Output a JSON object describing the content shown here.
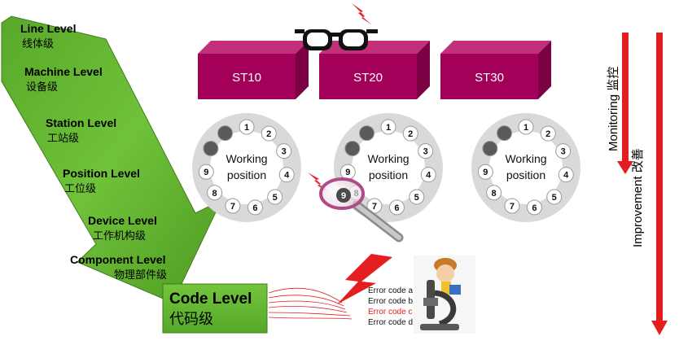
{
  "levels": [
    {
      "en": "Line Level",
      "cn": "线体级"
    },
    {
      "en": "Machine Level",
      "cn": "设备级"
    },
    {
      "en": "Station Level",
      "cn": "工站级"
    },
    {
      "en": "Position Level",
      "cn": "工位级"
    },
    {
      "en": "Device Level",
      "cn": "工作机构级"
    },
    {
      "en": "Component Level",
      "cn": "物理部件级"
    }
  ],
  "code_level": {
    "en": "Code Level",
    "cn": "代码级"
  },
  "stations": [
    "ST10",
    "ST20",
    "ST30"
  ],
  "working_position": {
    "line1": "Working",
    "line2": "position"
  },
  "positions": [
    "1",
    "2",
    "3",
    "4",
    "5",
    "6",
    "7",
    "8",
    "9",
    "."
  ],
  "error_codes": [
    {
      "text": "Error code a",
      "color": "#111111"
    },
    {
      "text": "Error code b",
      "color": "#111111"
    },
    {
      "text": "Error code c",
      "color": "#e41e1e"
    },
    {
      "text": "Error code d",
      "color": "#111111"
    }
  ],
  "side": {
    "monitoring": "Monitoring 监控",
    "improvement": "Improvement 改善"
  },
  "colors": {
    "green": "#64b82e",
    "station": "#a3005a",
    "station_top": "#c2307a",
    "red": "#e41e1e",
    "ring": "#d9d9d9"
  }
}
